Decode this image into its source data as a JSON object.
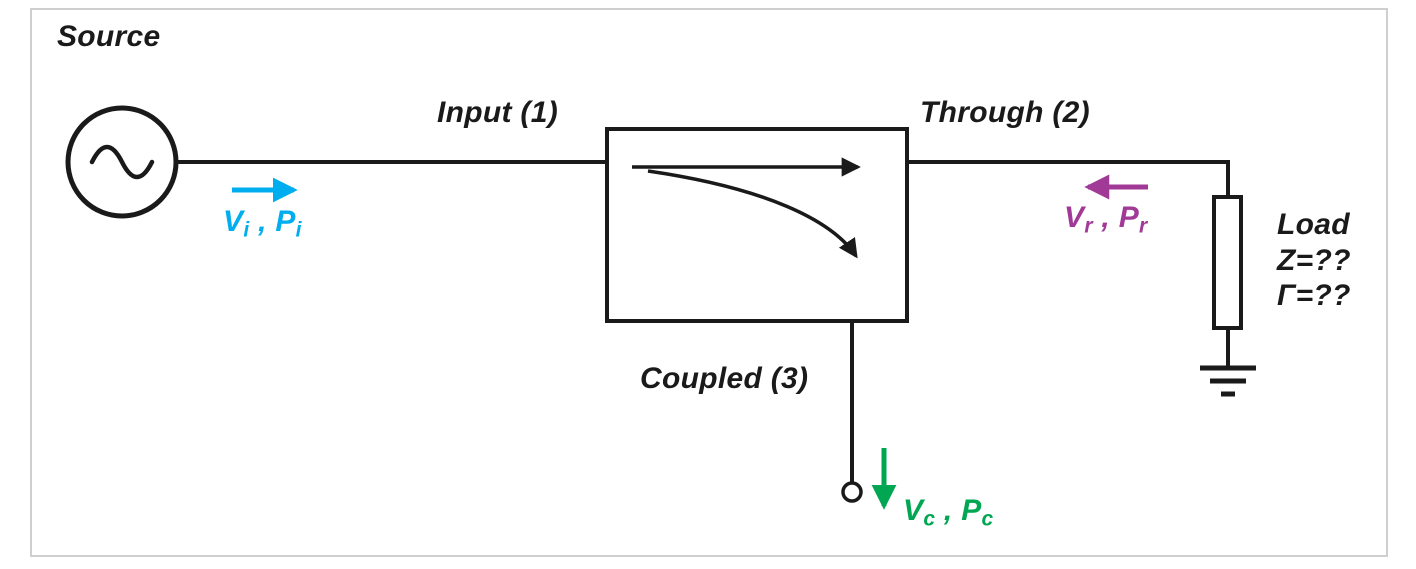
{
  "diagram": {
    "labels": {
      "source": "Source",
      "input_port": "Input (1)",
      "through_port": "Through (2)",
      "coupled_port": "Coupled (3)"
    },
    "load": {
      "name": "Load",
      "impedance": "Z=??",
      "gamma": "Γ=??"
    },
    "waves": {
      "incident": {
        "v": "V",
        "v_sub": "i",
        "sep": " , ",
        "p": "P",
        "p_sub": "i",
        "color": "#00AEEF",
        "direction": "right"
      },
      "reflected": {
        "v": "V",
        "v_sub": "r",
        "sep": " , ",
        "p": "P",
        "p_sub": "r",
        "color": "#A03A96",
        "direction": "left"
      },
      "coupled": {
        "v": "V",
        "v_sub": "c",
        "sep": " , ",
        "p": "P",
        "p_sub": "c",
        "color": "#00A651",
        "direction": "down"
      }
    },
    "colors": {
      "stroke": "#1A1A1A",
      "frame": "#CFCFCF",
      "background": "#FFFFFF"
    }
  }
}
